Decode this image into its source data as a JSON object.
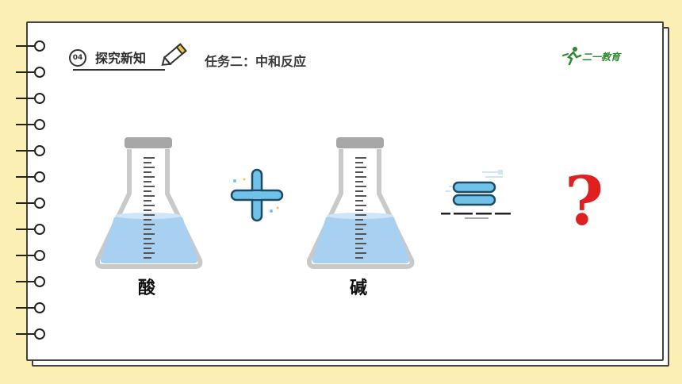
{
  "header": {
    "badge": "04",
    "section": "探究新知",
    "task_title": "任务二：中和反应"
  },
  "logo": {
    "text": "二一教育",
    "icon": "running-person-icon",
    "color": "#2f8a2f"
  },
  "equation": {
    "left_label": "酸",
    "right_label": "碱",
    "operator_plus": "plus-icon",
    "operator_equals": "equals-icon",
    "result": "?"
  },
  "colors": {
    "background": "#fcefb4",
    "liquid": "#a8d0f0",
    "accent": "#e02020",
    "operator": "#6fc3ea"
  }
}
